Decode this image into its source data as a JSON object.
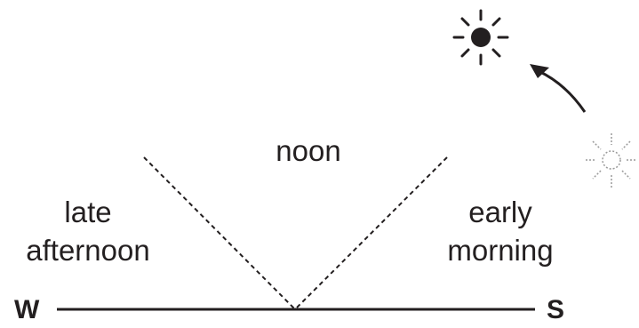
{
  "labels": {
    "noon": "noon",
    "late_afternoon_line1": "late",
    "late_afternoon_line2": "afternoon",
    "early_morning_line1": "early",
    "early_morning_line2": "morning"
  },
  "directions": {
    "left": "W",
    "right": "S"
  },
  "icons": {
    "sun_current": "sun-filled-icon",
    "sun_previous": "sun-outline-dashed-icon",
    "arrow": "curved-arrow-icon"
  },
  "colors": {
    "ink": "#231f20",
    "faded": "#9a9a9a"
  }
}
